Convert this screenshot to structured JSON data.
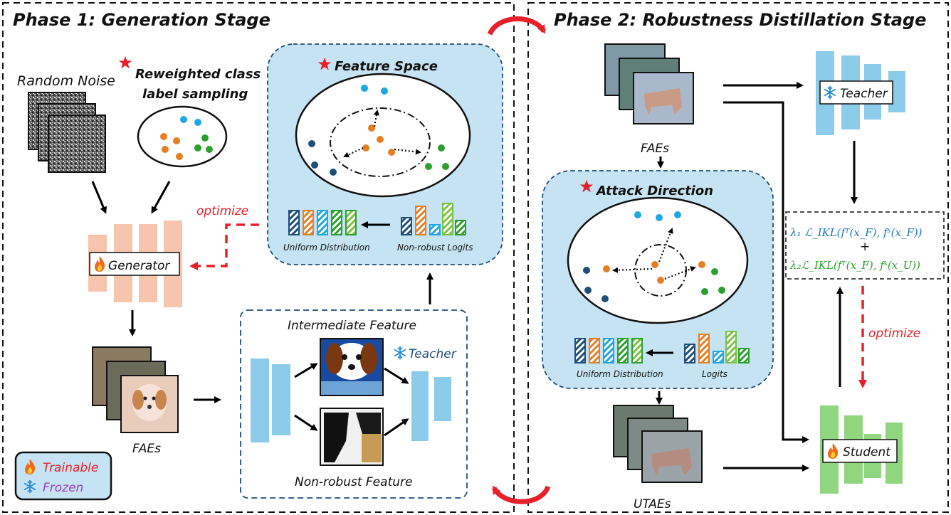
{
  "phase1": {
    "title": "Phase 1: Generation Stage",
    "random_noise": "Random Noise",
    "reweighted_line1": "Reweighted class",
    "reweighted_line2": "label sampling",
    "generator": "Generator",
    "optimize": "optimize",
    "feature_space": "Feature Space",
    "uniform_distribution": "Uniform Distribution",
    "non_robust_logits": "Non-robust Logits",
    "faes": "FAEs",
    "intermediate_feature": "Intermediate Feature",
    "non_robust_feature": "Non-robust Feature",
    "teacher": "Teacher",
    "legend_trainable": "Trainable",
    "legend_frozen": "Frozen"
  },
  "phase2": {
    "title": "Phase 2: Robustness Distillation Stage",
    "faes": "FAEs",
    "teacher": "Teacher",
    "attack_direction": "Attack Direction",
    "uniform_distribution": "Uniform Distribution",
    "logits": "Logits",
    "utaes": "UTAEs",
    "student": "Student",
    "optimize": "optimize",
    "loss_line1": "λ₁ ℒ_IKL(fᵀ(x_F), fˢ(x_F))",
    "loss_plus": "+",
    "loss_line2": "λ₂ℒ_IKL(fᵀ(x_F), fˢ(x_U))"
  },
  "colors": {
    "orange": "#e67e22",
    "blue": "#1f77b4",
    "green": "#2ca02c",
    "cyan": "#1ea7e0",
    "darkblue": "#1f4e79",
    "red": "#e8202a",
    "panel": "#c5e3f2",
    "teacher": "#8ccbea",
    "generator": "#f7c5ad",
    "student": "#8fd67f"
  }
}
